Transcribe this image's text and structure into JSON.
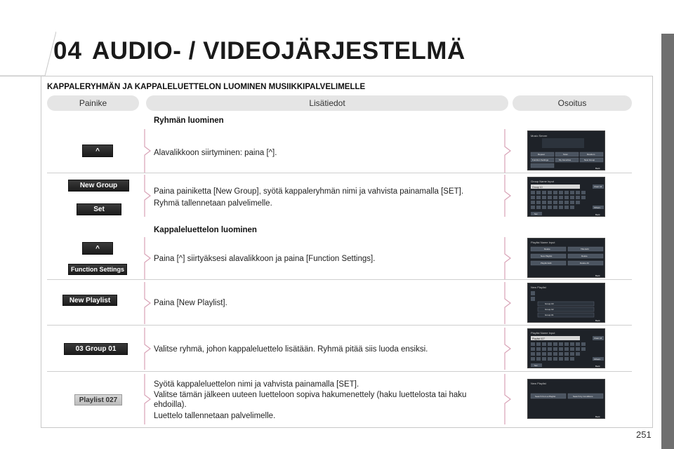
{
  "header": {
    "chapter_number": "04",
    "title": "AUDIO- / VIDEOJÄRJESTELMÄ"
  },
  "section_title": "KAPPALERYHMÄN JA KAPPALELUETTELON LUOMINEN MUSIIKKIPALVELIMELLE",
  "columns": {
    "button": "Painike",
    "info": "Lisätiedot",
    "display": "Osoitus"
  },
  "subtitles": {
    "group": "Ryhmän luominen",
    "playlist": "Kappaleluettelon luominen"
  },
  "rows": [
    {
      "buttons": [
        "^"
      ],
      "text": [
        "Alavalikkoon siirtyminen: paina [^]."
      ]
    },
    {
      "buttons": [
        "New Group",
        "Set"
      ],
      "text": [
        "Paina painiketta [New Group], syötä kappaleryhmän nimi ja vahvista painamalla [SET].",
        "Ryhmä tallennetaan palvelimelle."
      ]
    },
    {
      "buttons": [
        "^",
        "Function Settings"
      ],
      "text": [
        "Paina [^] siirtyäksesi alavalikkoon ja paina [Function Settings]."
      ]
    },
    {
      "buttons": [
        "New Playlist"
      ],
      "text": [
        "Paina [New Playlist]."
      ]
    },
    {
      "buttons": [
        "03  Group  01"
      ],
      "text": [
        "Valitse ryhmä, johon kappaleluettelo lisätään. Ryhmä pitää siis luoda ensiksi."
      ]
    },
    {
      "buttons": [
        "Playlist  027"
      ],
      "text": [
        "Syötä kappaleluettelon nimi ja vahvista painamalla [SET].",
        "Valitse tämän jälkeen uuteen luetteloon sopiva hakumenettely (haku luettelosta tai haku ehdoilla).",
        "Luettelo tallennetaan palvelimelle."
      ]
    }
  ],
  "screens": [
    {
      "title": "Music Server",
      "buttons": [
        "Repeat",
        "Scan",
        "Random",
        "Function Settings",
        "My Favorites",
        "New Group"
      ],
      "footer": "Back"
    },
    {
      "title": "Group Name Input",
      "field": "Group 10",
      "buttons": [
        "Clear All",
        "Others",
        "Set"
      ],
      "footer": "Back"
    },
    {
      "title": "Playlist Name Input",
      "buttons": [
        "Delete",
        "Title Edit",
        "New Playlist",
        "Delete",
        "Playlist Edit",
        "Delete All"
      ],
      "footer": "Back"
    },
    {
      "title": "New Playlist",
      "items": [
        "Group 03",
        "Group 02",
        "Group 01"
      ],
      "footer": "Back"
    },
    {
      "title": "Playlist Name Input",
      "field": "Playlist 027",
      "buttons": [
        "Clear All",
        "Others",
        "Set"
      ],
      "footer": "Back"
    },
    {
      "title": "New Playlist",
      "buttons": [
        "Search from a Playlist",
        "Search by Conditions"
      ],
      "footer": "Back"
    }
  ],
  "page_number": "251"
}
